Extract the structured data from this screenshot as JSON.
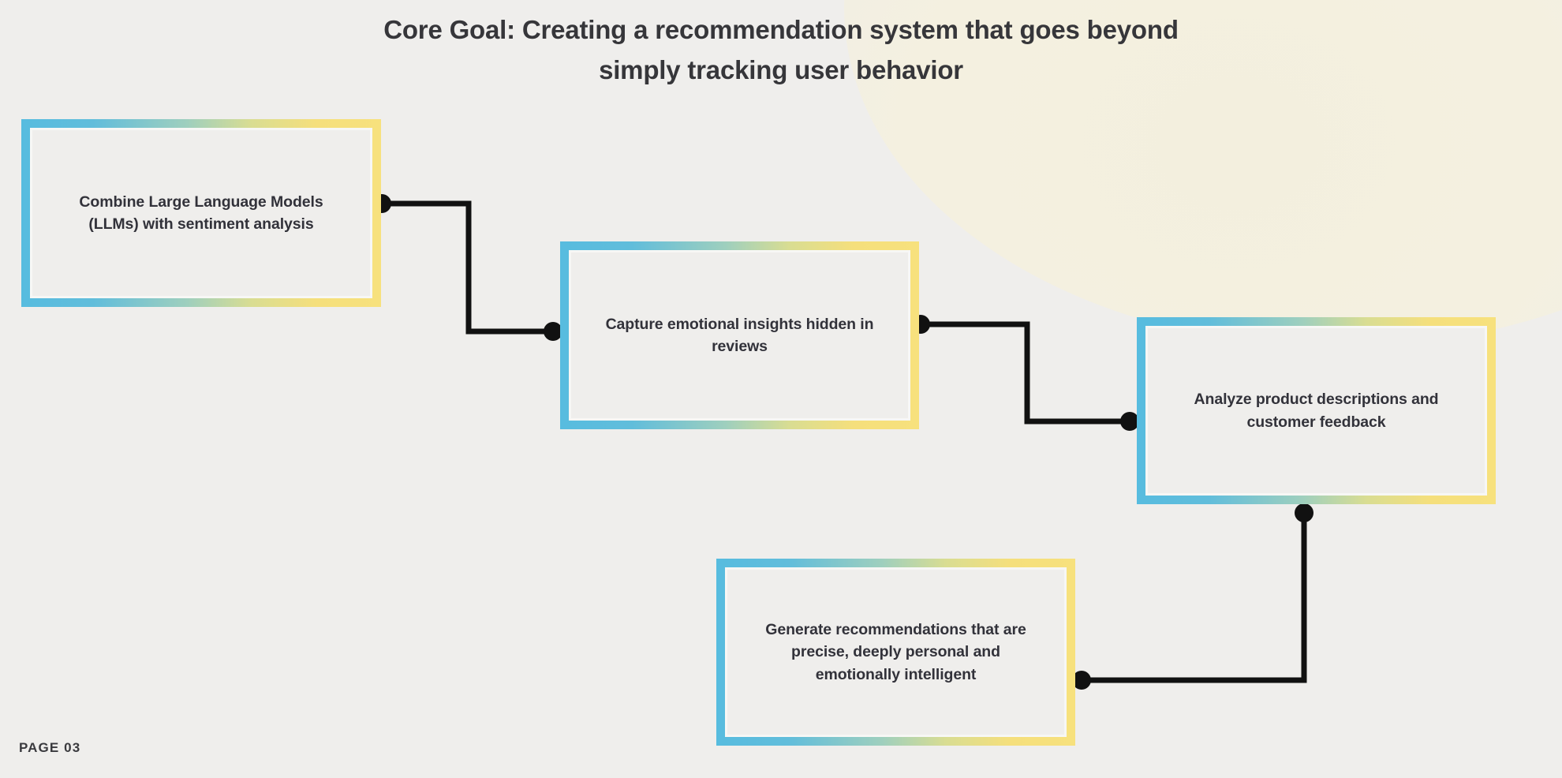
{
  "slide": {
    "background_color": "#efeeec",
    "accent_gradient_start": "#57bcdf",
    "accent_gradient_end": "#f7e17d",
    "connector_color": "#111111",
    "text_color": "#32323a"
  },
  "title": {
    "line1": "Core Goal: Creating a recommendation system that goes beyond",
    "line2": "simply tracking user behavior"
  },
  "flow": {
    "steps": [
      {
        "id": "step-1",
        "label": "Combine Large Language Models (LLMs) with sentiment analysis"
      },
      {
        "id": "step-2",
        "label": "Capture emotional insights hidden in reviews"
      },
      {
        "id": "step-3",
        "label": "Analyze product descriptions and customer feedback"
      },
      {
        "id": "step-4",
        "label": "Generate recommendations that are precise, deeply personal and emotionally intelligent"
      }
    ],
    "connectors": [
      {
        "id": "connector-1-2",
        "from": "step-1",
        "to": "step-2"
      },
      {
        "id": "connector-2-3",
        "from": "step-2",
        "to": "step-3"
      },
      {
        "id": "connector-3-4",
        "from": "step-3",
        "to": "step-4"
      }
    ]
  },
  "footer": {
    "page_label": "PAGE 03"
  }
}
